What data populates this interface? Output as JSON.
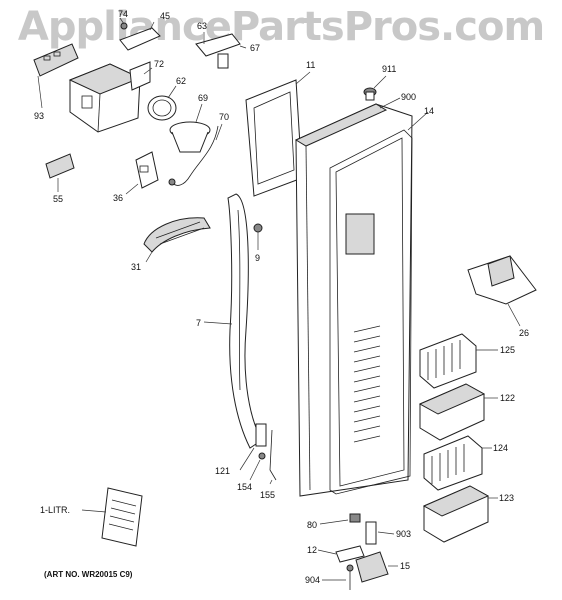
{
  "watermark": "AppliancePartsPros.com",
  "art_number": "(ART NO. WR20015 C9)",
  "labels": [
    "74",
    "45",
    "63",
    "67",
    "93",
    "72",
    "62",
    "69",
    "70",
    "11",
    "911",
    "900",
    "14",
    "55",
    "36",
    "31",
    "9",
    "7",
    "26",
    "125",
    "122",
    "124",
    "123",
    "121",
    "154",
    "155",
    "1-LITR.",
    "80",
    "903",
    "12",
    "15",
    "904"
  ]
}
